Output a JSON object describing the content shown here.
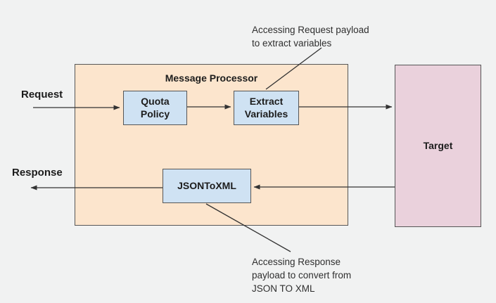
{
  "diagram": {
    "canvas_bg": "#f1f2f2",
    "processor": {
      "title": "Message Processor",
      "fill": "#fce5cd"
    },
    "nodes": {
      "quota": {
        "label": "Quota\nPolicy",
        "fill": "#cfe2f3"
      },
      "extract": {
        "label": "Extract\nVariables",
        "fill": "#cfe2f3"
      },
      "jsontoxml": {
        "label": "JSONToXML",
        "fill": "#cfe2f3"
      },
      "target": {
        "label": "Target",
        "fill": "#ead1dc"
      }
    },
    "flow_labels": {
      "request": "Request",
      "response": "Response"
    },
    "annotations": {
      "top": "Accessing Request payload\nto extract variables",
      "bottom": "Accessing Response\npayload to convert from\nJSON TO XML"
    },
    "line_color": "#333333",
    "border_color": "#565656"
  }
}
